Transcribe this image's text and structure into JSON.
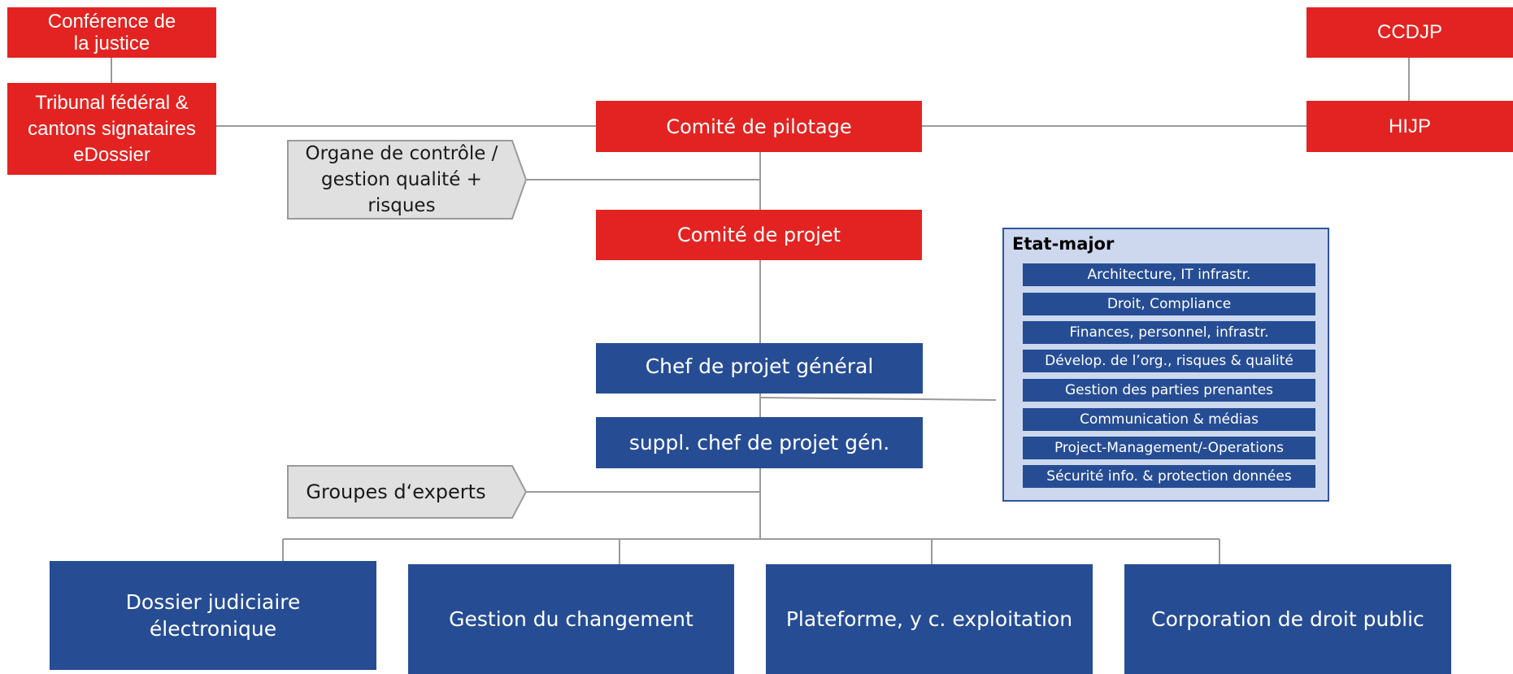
{
  "colors": {
    "red": "#e32321",
    "blue": "#264d94",
    "gray": "#e0e0e0",
    "staff_bg": "#cdd8ef",
    "line": "#9a9a9a"
  },
  "nodes": {
    "conference": "Conférence de\nla justice",
    "tribunal": "Tribunal fédéral &\ncantons signataires\neDossier",
    "ccdjp": "CCDJP",
    "hijp": "HIJP",
    "pilotage": "Comité de pilotage",
    "controle": "Organe de contrôle /\ngestion qualité +\nrisques",
    "projet": "Comité de projet",
    "chef_general": "Chef de projet général",
    "suppl_chef": "suppl. chef de projet gén.",
    "experts": "Groupes d‘experts"
  },
  "etat_major": {
    "title": "Etat-major",
    "items": [
      "Architecture, IT infrastr.",
      "Droit, Compliance",
      "Finances, personnel, infrastr.",
      "Dévelop. de l’org., risques & qualité",
      "Gestion des parties prenantes",
      "Communication  & médias",
      "Project-Management/-Operations",
      "Sécurité info. & protection données"
    ]
  },
  "subprojects": [
    "Dossier judiciaire\nélectronique",
    "Gestion du changement",
    "Plateforme, y c. exploitation",
    "Corporation de droit public"
  ]
}
